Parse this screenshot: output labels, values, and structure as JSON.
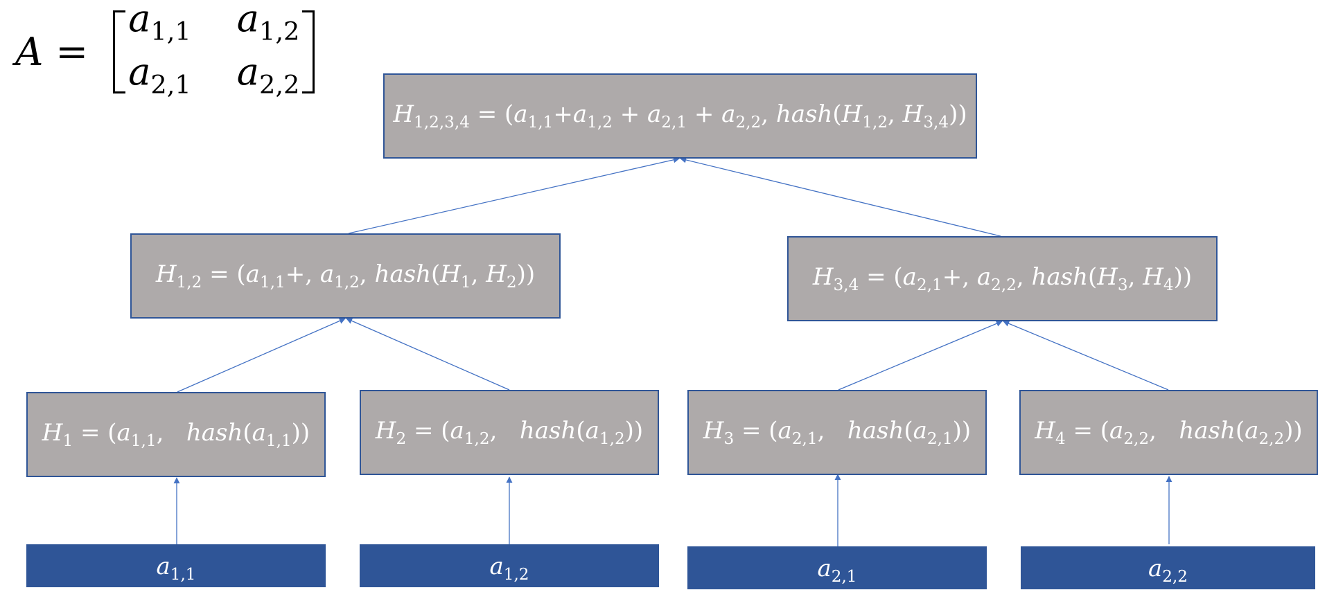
{
  "matrix": {
    "name": "A",
    "equals": "=",
    "cells": [
      [
        "1,1",
        "1,2"
      ],
      [
        "2,1",
        "2,2"
      ]
    ],
    "entry_symbol": "a"
  },
  "root": {
    "text": "H1,2,3,4 = (a1,1+a1,2 + a2,1 + a2,2, hash(H1,2, H3,4))"
  },
  "mid": [
    {
      "text": "H1,2 = (a1,1+, a1,2, hash(H1, H2))"
    },
    {
      "text": "H3,4 = (a2,1+, a2,2, hash(H3, H4))"
    }
  ],
  "hash_nodes": [
    {
      "text": "H1 = (a1,1,   hash(a1,1))"
    },
    {
      "text": "H2 = (a1,2,   hash(a1,2))"
    },
    {
      "text": "H3 = (a2,1,   hash(a2,1))"
    },
    {
      "text": "H4 = (a2,2,   hash(a2,2))"
    }
  ],
  "leaves": [
    {
      "symbol": "a",
      "sub": "1,1"
    },
    {
      "symbol": "a",
      "sub": "1,2"
    },
    {
      "symbol": "a",
      "sub": "2,1"
    },
    {
      "symbol": "a",
      "sub": "2,2"
    }
  ],
  "colors": {
    "node_fill": "#aeaaaa",
    "node_border": "#2f5597",
    "leaf_fill": "#2f5597",
    "edge": "#4472c4"
  }
}
